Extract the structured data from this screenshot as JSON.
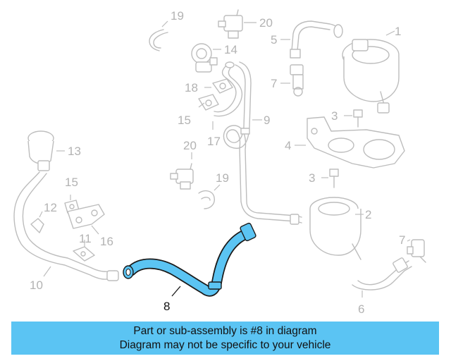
{
  "diagram": {
    "highlight_color": "#5bc4f3",
    "highlighted_part": "8",
    "callouts": {
      "c1": "1",
      "c2": "2",
      "c3a": "3",
      "c3b": "3",
      "c4": "4",
      "c5": "5",
      "c6": "6",
      "c7a": "7",
      "c7b": "7",
      "c8": "8",
      "c9": "9",
      "c10": "10",
      "c11": "11",
      "c12": "12",
      "c13": "13",
      "c14": "14",
      "c15a": "15",
      "c15b": "15",
      "c16": "16",
      "c17": "17",
      "c18": "18",
      "c19a": "19",
      "c19b": "19",
      "c20a": "20",
      "c20b": "20"
    }
  },
  "banner": {
    "line1": "Part or sub-assembly is #8 in diagram",
    "line2": "Diagram may not be specific to your vehicle",
    "color": "#5bc4f3"
  }
}
